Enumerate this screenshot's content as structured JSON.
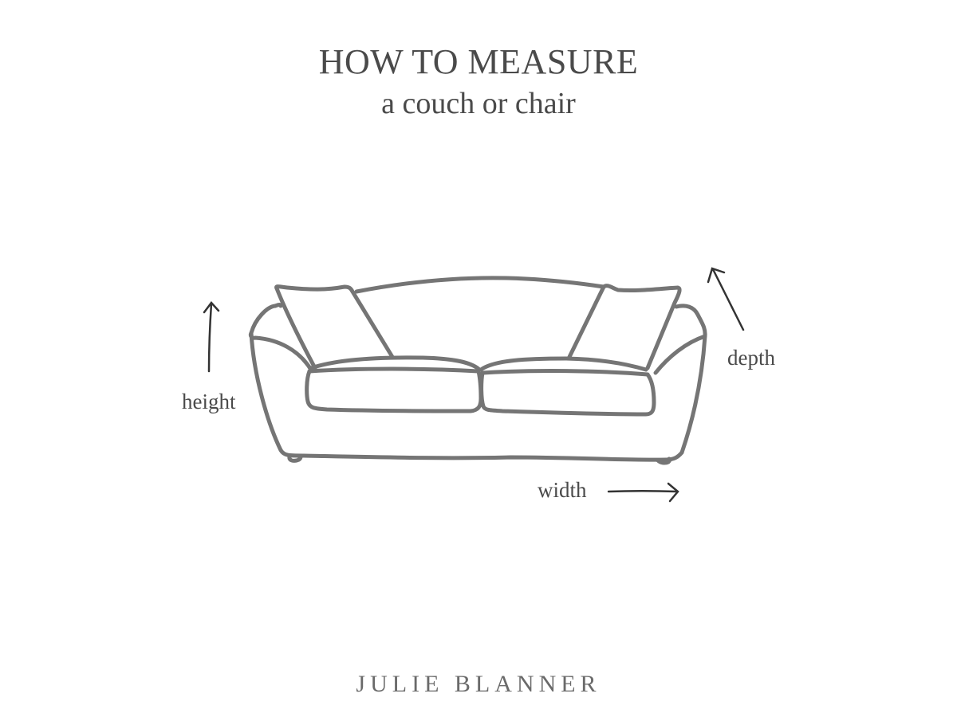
{
  "header": {
    "title": "HOW TO MEASURE",
    "subtitle": "a couch or chair"
  },
  "illustration": {
    "subject": "sofa line drawing",
    "stroke_color": "#757575",
    "arrow_color": "#333333",
    "labels": {
      "height": "height",
      "depth": "depth",
      "width": "width"
    }
  },
  "footer": {
    "brand": "JULIE BLANNER"
  }
}
